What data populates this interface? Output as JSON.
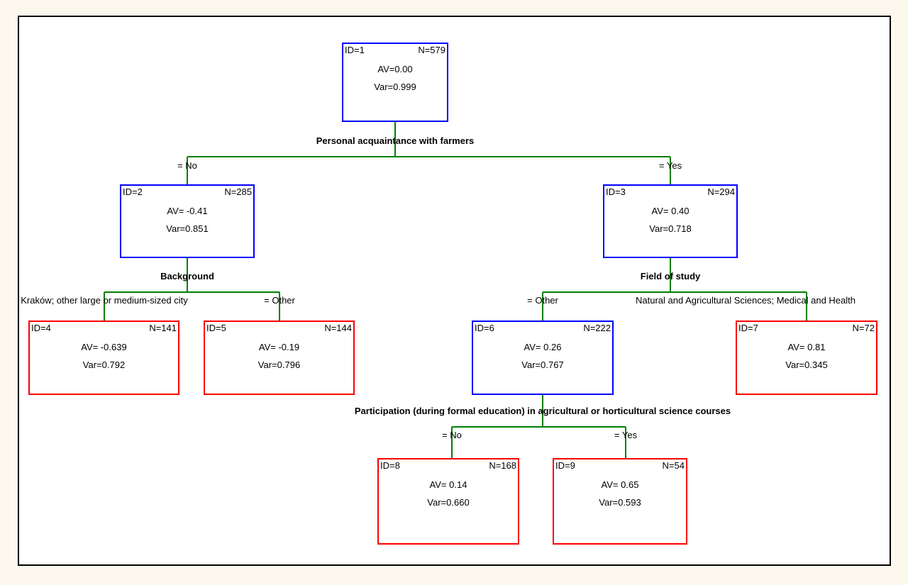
{
  "figure": {
    "type": "decision-tree",
    "background_color": "#fdf8ee",
    "panel_color": "#ffffff",
    "panel_border_color": "#000000",
    "branch_node_color": "#0000ff",
    "leaf_node_color": "#ff0000",
    "connector_color": "#008000"
  },
  "nodes": [
    {
      "key": "n1",
      "id_label": "ID=1",
      "n_label": "N=579",
      "av_label": "AV=0.00",
      "var_label": "Var=0.999",
      "kind": "branch",
      "id": 1,
      "n": 579,
      "av": 0.0,
      "var": 0.999
    },
    {
      "key": "n2",
      "id_label": "ID=2",
      "n_label": "N=285",
      "av_label": "AV= -0.41",
      "var_label": "Var=0.851",
      "kind": "branch",
      "id": 2,
      "n": 285,
      "av": -0.41,
      "var": 0.851
    },
    {
      "key": "n3",
      "id_label": "ID=3",
      "n_label": "N=294",
      "av_label": "AV= 0.40",
      "var_label": "Var=0.718",
      "kind": "branch",
      "id": 3,
      "n": 294,
      "av": 0.4,
      "var": 0.718
    },
    {
      "key": "n4",
      "id_label": "ID=4",
      "n_label": "N=141",
      "av_label": "AV= -0.639",
      "var_label": "Var=0.792",
      "kind": "leaf",
      "id": 4,
      "n": 141,
      "av": -0.639,
      "var": 0.792
    },
    {
      "key": "n5",
      "id_label": "ID=5",
      "n_label": "N=144",
      "av_label": "AV= -0.19",
      "var_label": "Var=0.796",
      "kind": "leaf",
      "id": 5,
      "n": 144,
      "av": -0.19,
      "var": 0.796
    },
    {
      "key": "n6",
      "id_label": "ID=6",
      "n_label": "N=222",
      "av_label": "AV= 0.26",
      "var_label": "Var=0.767",
      "kind": "branch",
      "id": 6,
      "n": 222,
      "av": 0.26,
      "var": 0.767
    },
    {
      "key": "n7",
      "id_label": "ID=7",
      "n_label": "N=72",
      "av_label": "AV= 0.81",
      "var_label": "Var=0.345",
      "kind": "leaf",
      "id": 7,
      "n": 72,
      "av": 0.81,
      "var": 0.345
    },
    {
      "key": "n8",
      "id_label": "ID=8",
      "n_label": "N=168",
      "av_label": "AV= 0.14",
      "var_label": "Var=0.660",
      "kind": "leaf",
      "id": 8,
      "n": 168,
      "av": 0.14,
      "var": 0.66
    },
    {
      "key": "n9",
      "id_label": "ID=9",
      "n_label": "N=54",
      "av_label": "AV= 0.65",
      "var_label": "Var=0.593",
      "kind": "leaf",
      "id": 9,
      "n": 54,
      "av": 0.65,
      "var": 0.593
    }
  ],
  "splits": [
    {
      "key": "s1",
      "parent": "n1",
      "label": "Personal acquaintance with farmers"
    },
    {
      "key": "s2",
      "parent": "n2",
      "label": "Background"
    },
    {
      "key": "s3",
      "parent": "n3",
      "label": "Field of study"
    },
    {
      "key": "s6",
      "parent": "n6",
      "label": "Participation (during formal education) in agricultural or horticultural science courses"
    }
  ],
  "edge_labels": [
    {
      "key": "e1l",
      "split": "s1",
      "child": "n2",
      "label": "= No"
    },
    {
      "key": "e1r",
      "split": "s1",
      "child": "n3",
      "label": "= Yes"
    },
    {
      "key": "e2l",
      "split": "s2",
      "child": "n4",
      "label": "Kraków; other large or medium-sized city"
    },
    {
      "key": "e2r",
      "split": "s2",
      "child": "n5",
      "label": "= Other"
    },
    {
      "key": "e3l",
      "split": "s3",
      "child": "n6",
      "label": "= Other"
    },
    {
      "key": "e3r",
      "split": "s3",
      "child": "n7",
      "label": "Natural and Agricultural Sciences; Medical and Health"
    },
    {
      "key": "e6l",
      "split": "s6",
      "child": "n8",
      "label": "= No"
    },
    {
      "key": "e6r",
      "split": "s6",
      "child": "n9",
      "label": "= Yes"
    }
  ]
}
